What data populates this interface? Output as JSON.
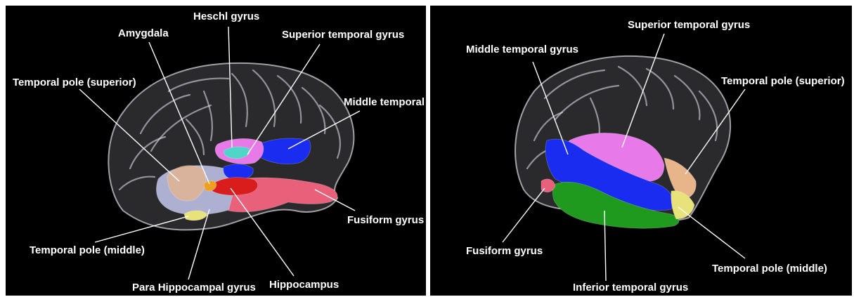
{
  "left_panel": {
    "labels": {
      "heschl": "Heschl gyrus",
      "amygdala": "Amygdala",
      "superior_temporal": "Superior temporal gyrus",
      "temporal_pole_superior": "Temporal pole (superior)",
      "middle_temporal": "Middle temporal gyrus",
      "fusiform": "Fusiform gyrus",
      "temporal_pole_middle": "Temporal pole (middle)",
      "hippocampus": "Hippocampus",
      "parahippocampal": "Para Hippocampal gyrus"
    }
  },
  "right_panel": {
    "labels": {
      "superior_temporal": "Superior temporal gyrus",
      "middle_temporal": "Middle temporal gyrus",
      "temporal_pole_superior": "Temporal pole (superior)",
      "fusiform": "Fusiform gyrus",
      "temporal_pole_middle": "Temporal pole (middle)",
      "inferior_temporal": "Inferior temporal gyrus"
    }
  },
  "colors": {
    "background": "#000000",
    "superior_temporal": "#e879e8",
    "middle_temporal": "#1a2cf0",
    "inferior_temporal": "#1f9a1f",
    "temporal_pole_superior": "#e8b48a",
    "temporal_pole_middle": "#e8e27a",
    "fusiform": "#e8607a",
    "hippocampus": "#d91c1c",
    "heschl": "#4fd6c8",
    "amygdala": "#f0a020",
    "parahippocampal": "#c6c8f0"
  }
}
